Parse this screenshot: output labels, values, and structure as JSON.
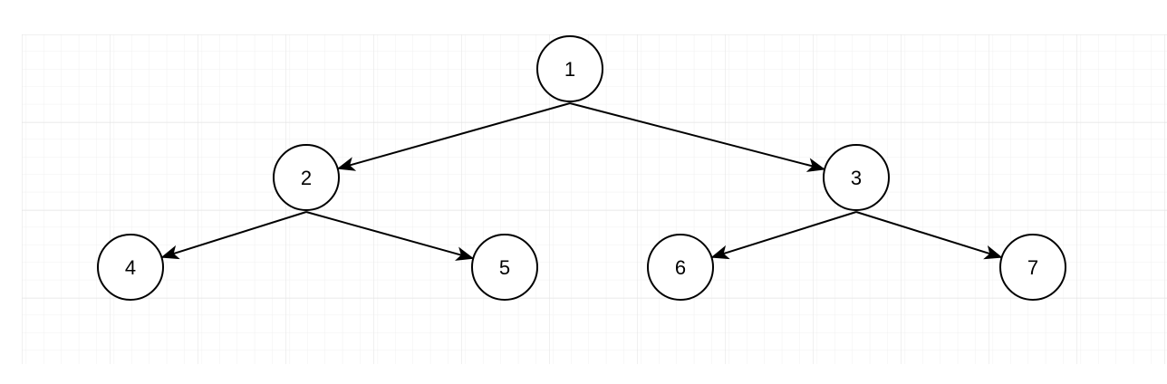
{
  "canvas": {
    "background_color": "#ffffff",
    "grid_minor_color": "#f0f0f0",
    "grid_major_color": "#e2e2e2"
  },
  "diagram": {
    "type": "binary-tree",
    "node_shape": "circle",
    "node_fill": "#ffffff",
    "node_stroke": "#000000",
    "edge_color": "#000000",
    "nodes": [
      {
        "id": "n1",
        "label": "1"
      },
      {
        "id": "n2",
        "label": "2"
      },
      {
        "id": "n3",
        "label": "3"
      },
      {
        "id": "n4",
        "label": "4"
      },
      {
        "id": "n5",
        "label": "5"
      },
      {
        "id": "n6",
        "label": "6"
      },
      {
        "id": "n7",
        "label": "7"
      }
    ],
    "edges": [
      {
        "from": "n1",
        "to": "n2"
      },
      {
        "from": "n1",
        "to": "n3"
      },
      {
        "from": "n2",
        "to": "n4"
      },
      {
        "from": "n2",
        "to": "n5"
      },
      {
        "from": "n3",
        "to": "n6"
      },
      {
        "from": "n3",
        "to": "n7"
      }
    ]
  }
}
